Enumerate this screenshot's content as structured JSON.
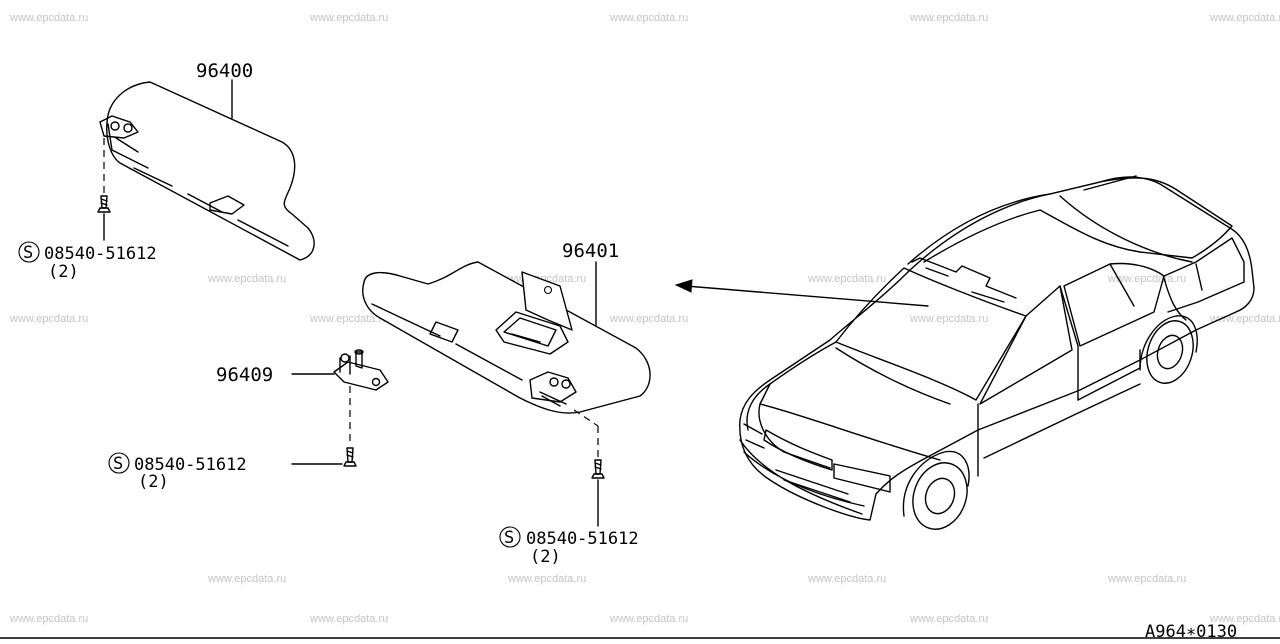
{
  "watermark": "www.epcdata.ru",
  "diagram_code": "A964∗0130",
  "parts": {
    "sunvisor_left": {
      "number": "96400"
    },
    "sunvisor_right": {
      "number": "96401"
    },
    "holder": {
      "number": "96409"
    }
  },
  "screws": [
    {
      "code": "08540-51612",
      "qty": "(2)",
      "symbol": "S"
    },
    {
      "code": "08540-51612",
      "qty": "(2)",
      "symbol": "S"
    },
    {
      "code": "08540-51612",
      "qty": "(2)",
      "symbol": "S"
    }
  ]
}
